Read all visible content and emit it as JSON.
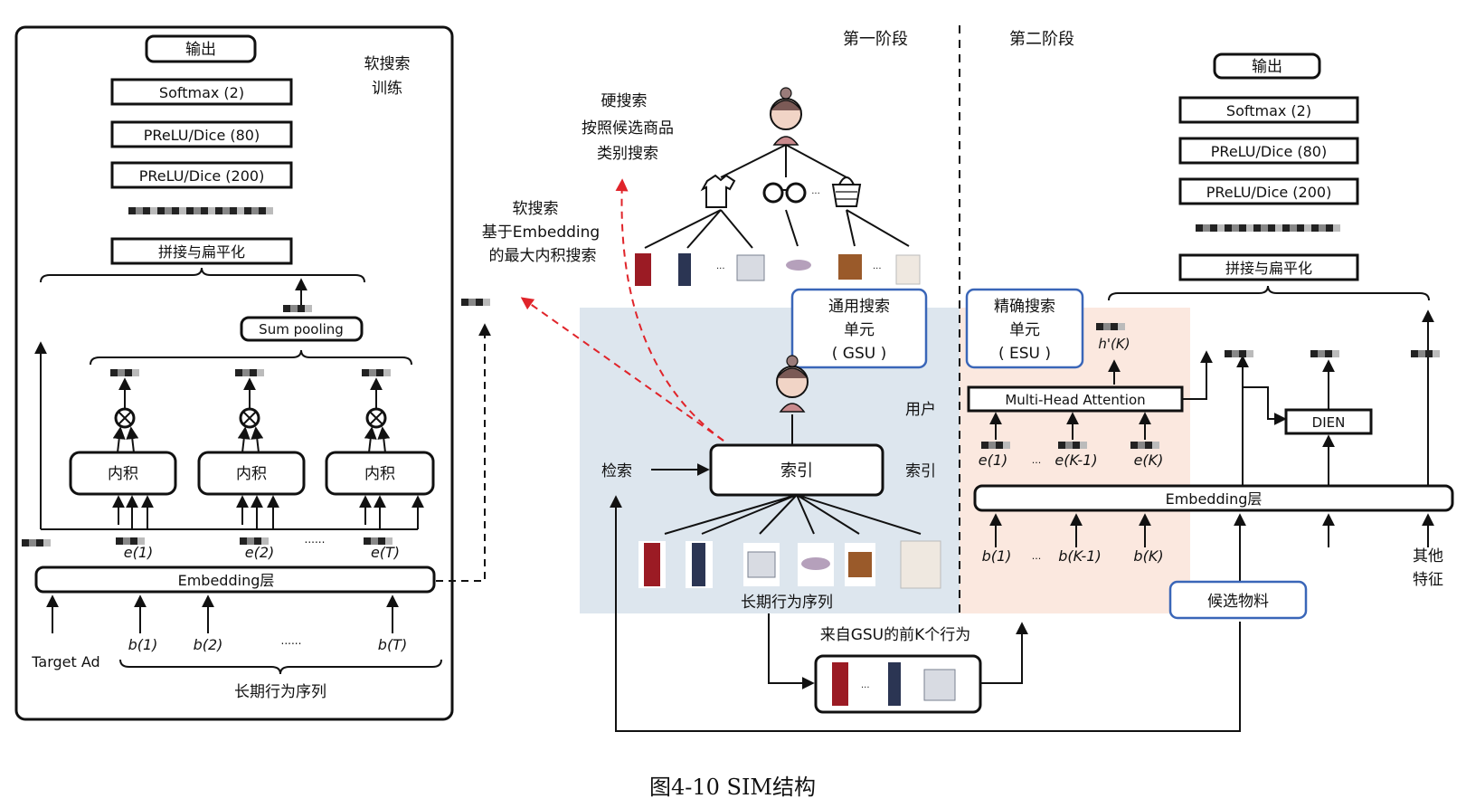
{
  "caption": "图4-10 SIM结构",
  "colors": {
    "gsu_bg": "#dde6ee",
    "esu_bg": "#fbe8df",
    "blue_border": "#3a66b8",
    "red_arrow": "#e0242a"
  },
  "left": {
    "output": "输出",
    "softmax": "Softmax (2)",
    "prelu80": "PReLU/Dice (80)",
    "prelu200": "PReLU/Dice (200)",
    "concat": "拼接与扁平化",
    "soft_train": [
      "软搜索",
      "训练"
    ],
    "sum_pooling": "Sum pooling",
    "inner_product": "内积",
    "e_labels": [
      "e(1)",
      "e(2)",
      "......",
      "e(T)"
    ],
    "embedding": "Embedding层",
    "target_ad": "Target Ad",
    "b_labels": [
      "b(1)",
      "b(2)",
      "......",
      "b(T)"
    ],
    "long_seq": "长期行为序列"
  },
  "middle": {
    "stage1": "第一阶段",
    "hard_search": [
      "硬搜索",
      "按照候选商品",
      "类别搜索"
    ],
    "soft_search": [
      "软搜索",
      "基于Embedding",
      "的最大内积搜索"
    ],
    "gsu": [
      "通用搜索",
      "单元",
      "( GSU )"
    ],
    "user": "用户",
    "retrieve": "检索",
    "index_box": "索引",
    "index_side": "索引",
    "long_seq": "长期行为序列",
    "topk": "来自GSU的前K个行为",
    "ellipsis": "..."
  },
  "right": {
    "stage2": "第二阶段",
    "esu": [
      "精确搜索",
      "单元",
      "( ESU )"
    ],
    "output": "输出",
    "softmax": "Softmax (2)",
    "prelu80": "PReLU/Dice (80)",
    "prelu200": "PReLU/Dice (200)",
    "concat": "拼接与扁平化",
    "hk": "h'(K)",
    "mha": "Multi-Head Attention",
    "dien": "DIEN",
    "e_labels": [
      "e(1)",
      "...",
      "e(K-1)",
      "e(K)"
    ],
    "embedding": "Embedding层",
    "b_labels": [
      "b(1)",
      "...",
      "b(K-1)",
      "b(K)"
    ],
    "other_features": [
      "其他",
      "特征"
    ],
    "candidate": "候选物料"
  }
}
